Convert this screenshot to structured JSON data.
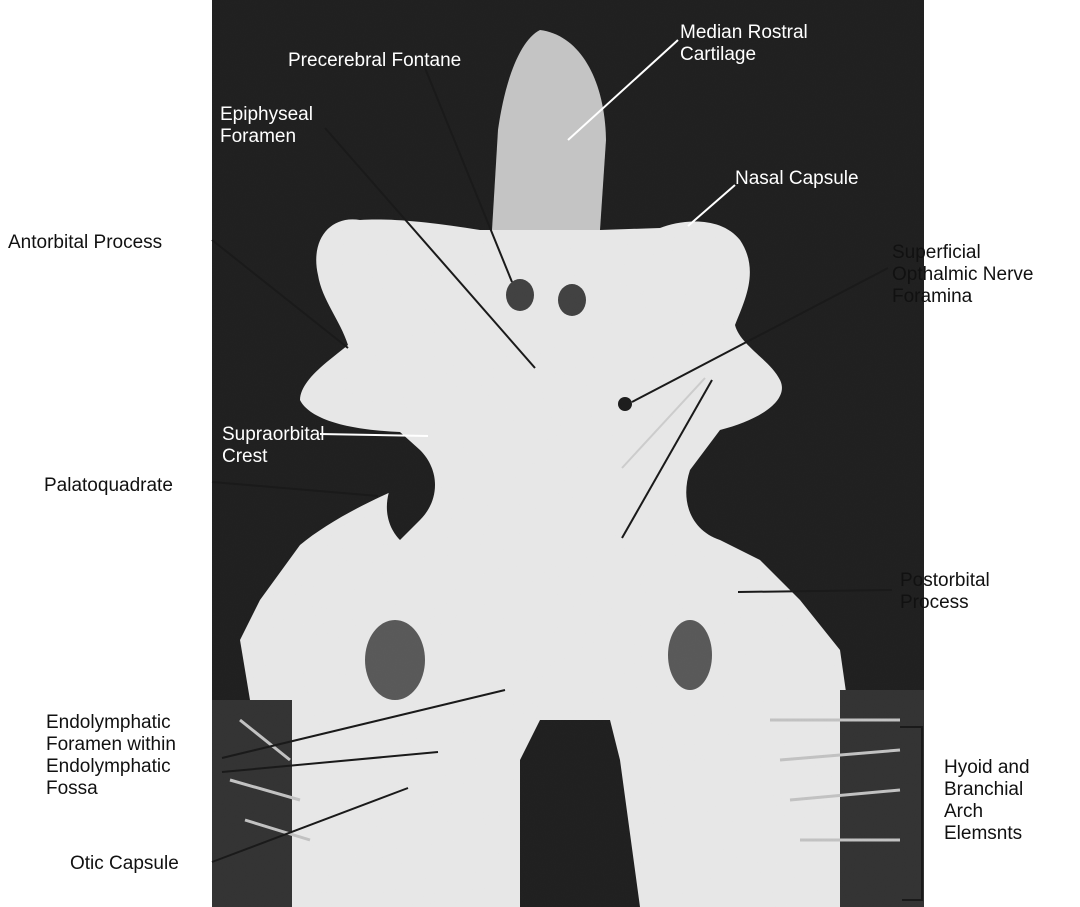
{
  "colors": {
    "background": "#ffffff",
    "photo_dark": "#141414",
    "specimen": "#ffffff",
    "label_on_photo": "#ffffff",
    "label_outside": "#111111",
    "leader_dark": "#1a1a1a",
    "leader_light": "#ffffff"
  },
  "labels": {
    "median_rostral_cartilage": "Median Rostral\nCartilage",
    "precerebral_fontanelle": "Precerebral Fontane",
    "epiphyseal_foramen": "Epiphyseal\nForamen",
    "nasal_capsule": "Nasal Capsule",
    "antorbital_process": "Antorbital Process",
    "superficial_opthalmic_nerve_foramina": "Superficial\nOpthalmic Nerve\nForamina",
    "supraorbital_crest": "Supraorbital\nCrest",
    "palatoquadrate": "Palatoquadrate",
    "postorbital_process": "Postorbital\nProcess",
    "endolymphatic_foramen": "Endolymphatic\nForamen within\nEndolymphatic\nFossa",
    "hyoid_branchial": "Hyoid and\nBranchial\nArch\nElemsnts",
    "otic_capsule": "Otic Capsule"
  }
}
